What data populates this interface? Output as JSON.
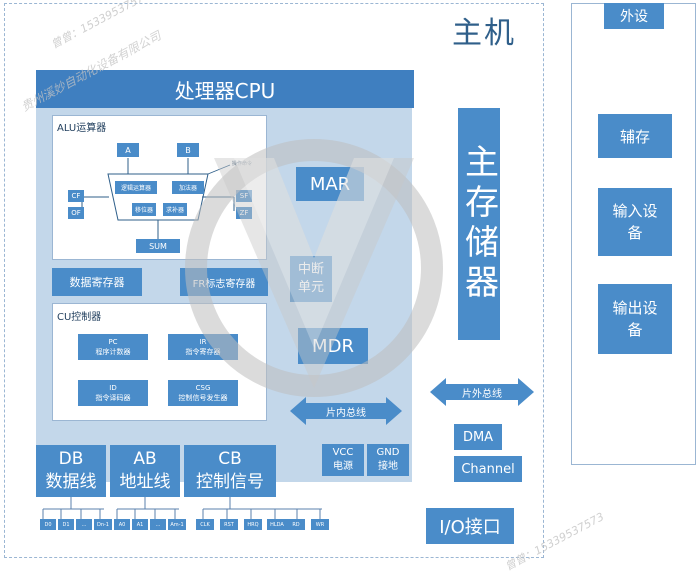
{
  "host": {
    "title": "主机",
    "cpu": {
      "title": "处理器CPU",
      "alu": {
        "title": "ALU运算器",
        "in_a": "A",
        "in_b": "B",
        "logic": "逻辑运算器",
        "adder": "加法器",
        "shifter": "移位器",
        "multiplier": "求补器",
        "op_cmd": "操作命令",
        "cf": "CF",
        "of": "OF",
        "sf": "SF",
        "zf": "ZF",
        "sum": "SUM"
      },
      "data_reg": "数据寄存器",
      "fr_reg": "FR标志寄存器",
      "cu": {
        "title": "CU控制器",
        "pc": "PC",
        "pc_desc": "程序计数器",
        "ir": "IR",
        "ir_desc": "指令寄存器",
        "id": "ID",
        "id_desc": "指令译码器",
        "csg": "CSG",
        "csg_desc": "控制信号发生器"
      },
      "mar": "MAR",
      "interrupt": "中断单元",
      "mdr": "MDR",
      "internal_bus": "片内总线"
    },
    "bus": {
      "db": "DB",
      "db_desc": "数据线",
      "ab": "AB",
      "ab_desc": "地址线",
      "cb": "CB",
      "cb_desc": "控制信号",
      "db_pins": [
        "D0",
        "D1",
        "…",
        "Dn-1"
      ],
      "ab_pins": [
        "A0",
        "A1",
        "…",
        "Am-1"
      ],
      "cb_pins": [
        "CLK",
        "RST",
        "HRQ",
        "HLDA",
        "RD",
        "WR"
      ]
    },
    "power": {
      "vcc": "VCC",
      "vcc_desc": "电源",
      "gnd": "GND",
      "gnd_desc": "接地"
    },
    "main_memory": "主存储器",
    "external_bus": "片外总线",
    "dma": "DMA",
    "channel": "Channel",
    "io": "I/O接口"
  },
  "peripheral": {
    "title": "外设",
    "aux_storage": "辅存",
    "input_device": "输入设备",
    "output_device": "输出设备"
  },
  "watermark": {
    "text_1": "曾曾：15339537573",
    "text_2": "贵州溪妙自动化设备有限公司"
  },
  "colors": {
    "block": "#4a8cc9",
    "panel": "#c3d7ea",
    "border": "#9bb6d3"
  }
}
